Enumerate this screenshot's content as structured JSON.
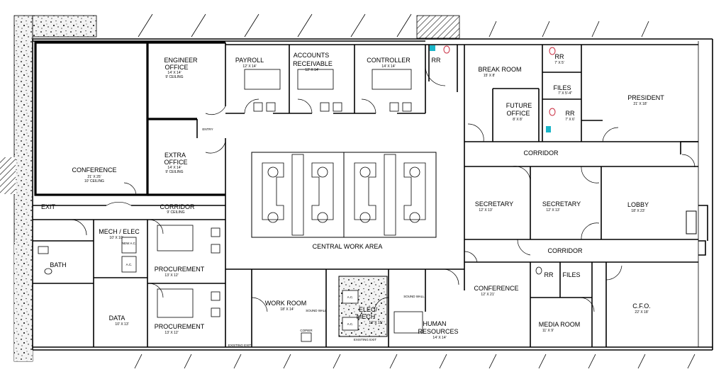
{
  "rooms": {
    "conference_main": {
      "name": "CONFERENCE",
      "dims": "21' X 25'",
      "note": "10' CEILING"
    },
    "engineer_office": {
      "name1": "ENGINEER",
      "name2": "OFFICE",
      "dims": "14' X 14'",
      "note": "9' CEILING"
    },
    "extra_office": {
      "name1": "EXTRA",
      "name2": "OFFICE",
      "dims": "14' X 14'",
      "note": "9' CEILING"
    },
    "payroll": {
      "name": "PAYROLL",
      "dims": "12' X 14'"
    },
    "accounts_receivable": {
      "name1": "ACCOUNTS",
      "name2": "RECEIVABLE",
      "dims": "12' X 14'"
    },
    "controller": {
      "name": "CONTROLLER",
      "dims": "14' X 14'"
    },
    "rr_top": {
      "name": "RR"
    },
    "break_room": {
      "name": "BREAK ROOM",
      "dims": "15' X 8'"
    },
    "future_office": {
      "name1": "FUTURE",
      "name2": "OFFICE",
      "dims": "8' X 8'"
    },
    "rr_a": {
      "name": "RR",
      "dims": "7' X 5'"
    },
    "files_a": {
      "name": "FILES",
      "dims": "7' X 5'-4\""
    },
    "rr_b": {
      "name": "RR",
      "dims": "7' X 6'"
    },
    "president": {
      "name": "PRESIDENT",
      "dims": "21' X 18'"
    },
    "corridor_right": {
      "name": "CORRIDOR"
    },
    "secretary_1": {
      "name": "SECRETARY",
      "dims": "12' X 13'"
    },
    "secretary_2": {
      "name": "SECRETARY",
      "dims": "12' X 13'"
    },
    "lobby": {
      "name": "LOBBY",
      "dims": "18' X 23'"
    },
    "corridor_lower_right": {
      "name": "CORRIDOR"
    },
    "conference_right": {
      "name": "CONFERENCE",
      "dims": "12' X 21'"
    },
    "rr_c": {
      "name": "RR"
    },
    "files_c": {
      "name": "FILES"
    },
    "media_room": {
      "name": "MEDIA ROOM",
      "dims": "11' X 9'"
    },
    "cfo": {
      "name": "C.F.O.",
      "dims": "22' X 18'"
    },
    "exit": {
      "name": "EXIT"
    },
    "corridor_left": {
      "name": "CORRIDOR",
      "note": "9' CEILING"
    },
    "mech_elec_left": {
      "name": "MECH / ELEC",
      "dims": "10' X 10'"
    },
    "bath": {
      "name": "BATH"
    },
    "data": {
      "name": "DATA",
      "dims": "10' X 13'"
    },
    "procurement_1": {
      "name": "PROCUREMENT",
      "dims": "13' X 12'"
    },
    "procurement_2": {
      "name": "PROCUREMENT",
      "dims": "13' X 12'"
    },
    "central_work_area": {
      "name": "CENTRAL WORK AREA"
    },
    "work_room": {
      "name": "WORK ROOM",
      "dims": "18' X 14'"
    },
    "elec_mech": {
      "name1": "ELEC/",
      "name2": "MECH",
      "dims": "10' X 15'"
    },
    "human_resources": {
      "name1": "HUMAN",
      "name2": "RESOURCES",
      "dims": "14' X 14'"
    }
  },
  "notes": {
    "entry": "ENTRY",
    "sound_wall_1": "SOUND WALL",
    "sound_wall_2": "SOUND WALL",
    "copier": "COPIER",
    "existing_exit": "EXISTING EXIT",
    "existing_exit_2": "EXISTING EXIT",
    "new_ac": "NEW A.C.",
    "ac": "A.C.",
    "ac_1": "A.C.",
    "ac_2": "A.C."
  },
  "colors": {
    "wall": "#000000",
    "fixture_accent": "#19b5c8",
    "fixture_pink": "#c8283c",
    "hatch": "#000000"
  }
}
